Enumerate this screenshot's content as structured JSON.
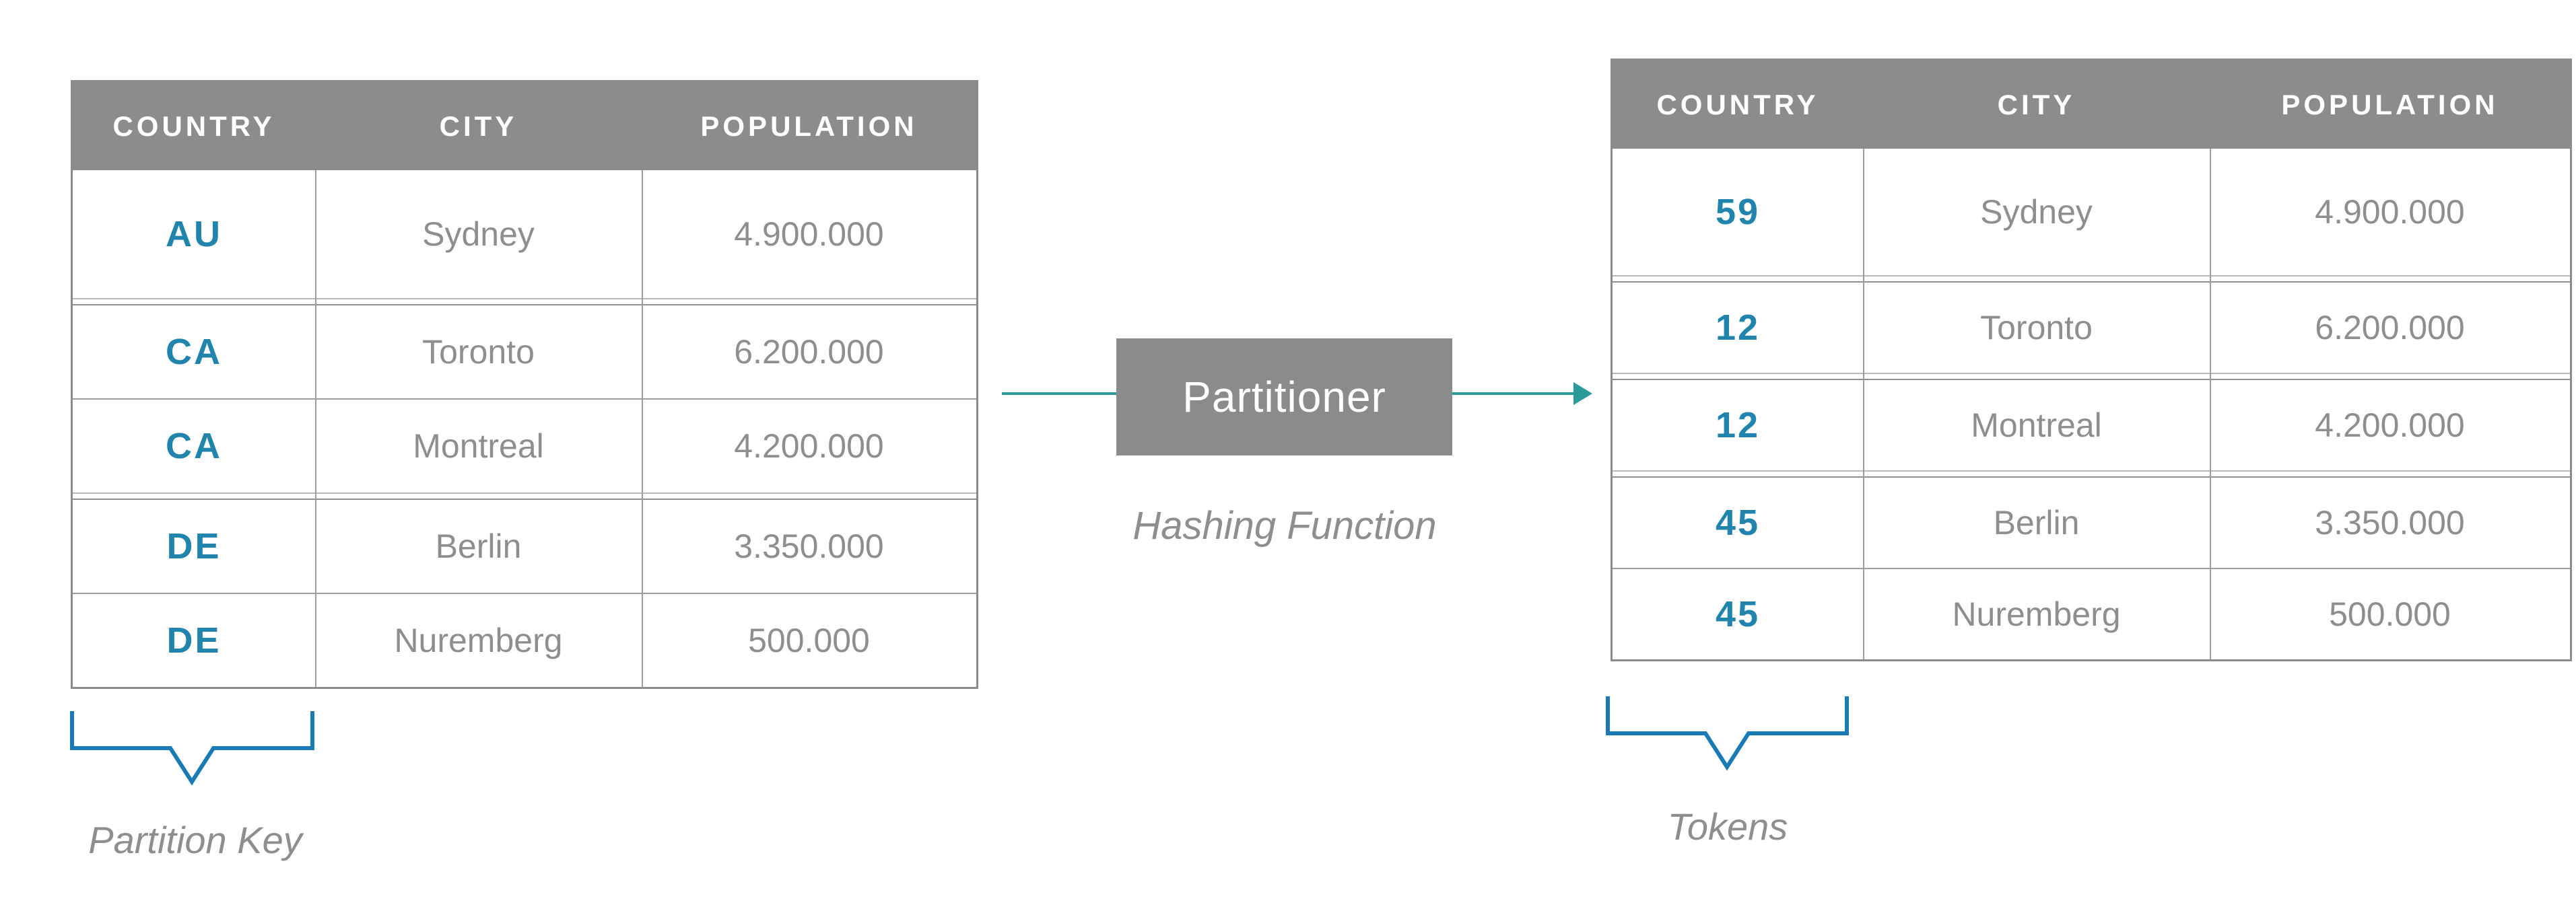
{
  "tables": {
    "left": {
      "headers": [
        "COUNTRY",
        "CITY",
        "POPULATION"
      ],
      "groups": [
        [
          {
            "key": "AU",
            "city": "Sydney",
            "population": "4.900.000"
          }
        ],
        [
          {
            "key": "CA",
            "city": "Toronto",
            "population": "6.200.000"
          },
          {
            "key": "CA",
            "city": "Montreal",
            "population": "4.200.000"
          }
        ],
        [
          {
            "key": "DE",
            "city": "Berlin",
            "population": "3.350.000"
          },
          {
            "key": "DE",
            "city": "Nuremberg",
            "population": "500.000"
          }
        ]
      ],
      "caption": "Partition Key"
    },
    "right": {
      "headers": [
        "COUNTRY",
        "CITY",
        "POPULATION"
      ],
      "groups": [
        [
          {
            "key": "59",
            "city": "Sydney",
            "population": "4.900.000"
          }
        ],
        [
          {
            "key": "12",
            "city": "Toronto",
            "population": "6.200.000"
          }
        ],
        [
          {
            "key": "12",
            "city": "Montreal",
            "population": "4.200.000"
          }
        ],
        [
          {
            "key": "45",
            "city": "Berlin",
            "population": "3.350.000"
          },
          {
            "key": "45",
            "city": "Nuremberg",
            "population": "500.000"
          }
        ]
      ],
      "caption": "Tokens"
    }
  },
  "partitioner": {
    "label": "Partitioner",
    "sublabel": "Hashing Function"
  },
  "colors": {
    "accent_key_blue": "#2084ad",
    "brace_blue": "#1a7ab5",
    "arrow_teal": "#2a9b9b",
    "header_gray": "#8c8c8c",
    "body_text_gray": "#8e8e8e",
    "border_gray": "#8b8b8b"
  }
}
